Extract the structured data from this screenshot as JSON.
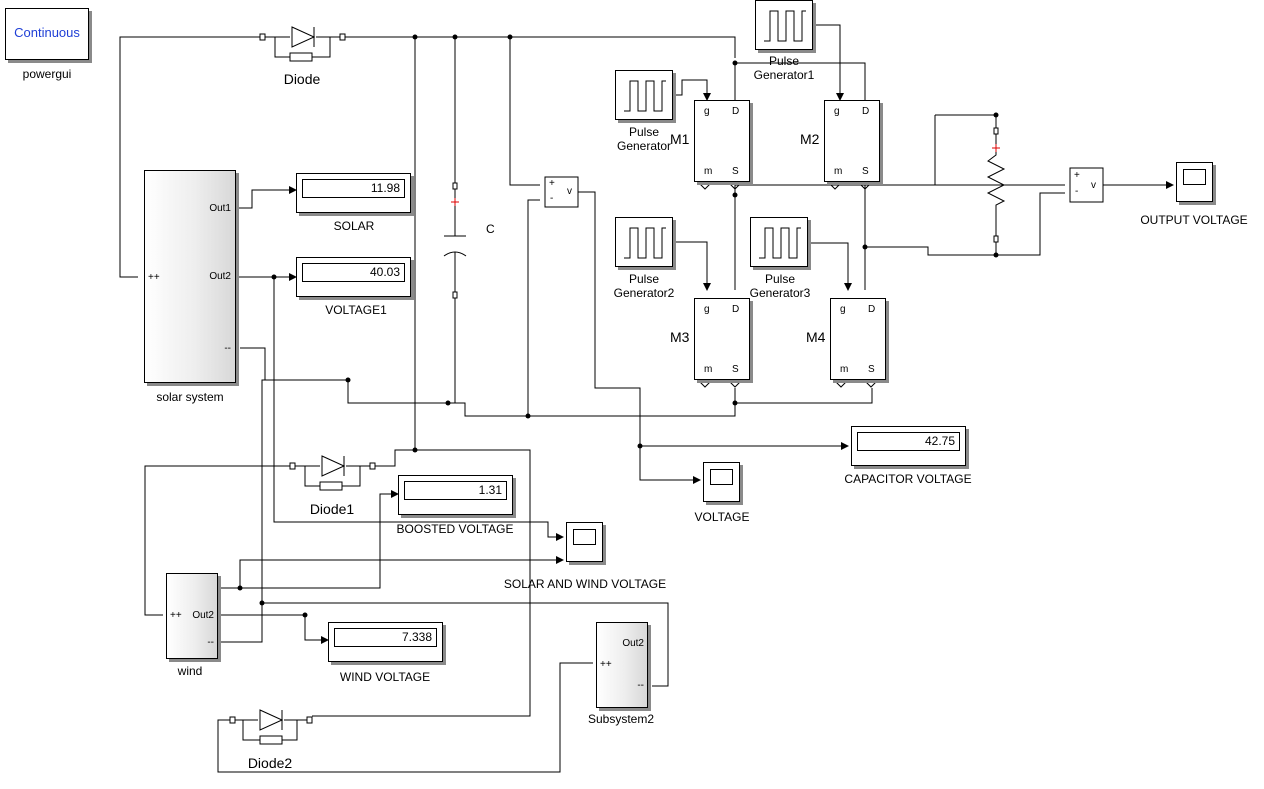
{
  "powergui": {
    "mode": "Continuous",
    "name": "powergui"
  },
  "diodes": [
    {
      "id": "d0",
      "label": "Diode"
    },
    {
      "id": "d1",
      "label": "Diode1"
    },
    {
      "id": "d2",
      "label": "Diode2"
    }
  ],
  "capacitor": {
    "label": "C"
  },
  "displays": [
    {
      "id": "solar",
      "value": "11.98",
      "label": "SOLAR"
    },
    {
      "id": "voltage1",
      "value": "40.03",
      "label": "VOLTAGE1"
    },
    {
      "id": "boosted",
      "value": "1.31",
      "label": "BOOSTED VOLTAGE"
    },
    {
      "id": "wind",
      "value": "7.338",
      "label": "WIND VOLTAGE"
    },
    {
      "id": "capv",
      "value": "42.75",
      "label": "CAPACITOR VOLTAGE"
    }
  ],
  "scopes": [
    {
      "id": "voltage",
      "label": "VOLTAGE"
    },
    {
      "id": "sw",
      "label": "SOLAR AND WIND VOLTAGE"
    },
    {
      "id": "out",
      "label": "OUTPUT VOLTAGE"
    }
  ],
  "subsystems": {
    "solar": {
      "name": "solar system",
      "port_out1": "Out1",
      "port_out2": "Out2",
      "port_plus": "++",
      "port_minus": "--"
    },
    "wind": {
      "name": "wind",
      "port_out2": "Out2",
      "port_plus": "++",
      "port_minus": "--"
    },
    "sub2": {
      "name": "Subsystem2",
      "port_out2": "Out2",
      "port_plus": "++",
      "port_minus": "--"
    }
  },
  "pulse_generators": [
    {
      "id": "pg0",
      "line1": "Pulse",
      "line2": "Generator"
    },
    {
      "id": "pg1",
      "line1": "Pulse",
      "line2": "Generator1"
    },
    {
      "id": "pg2",
      "line1": "Pulse",
      "line2": "Generator2"
    },
    {
      "id": "pg3",
      "line1": "Pulse",
      "line2": "Generator3"
    }
  ],
  "mosfets": [
    {
      "id": "m1",
      "label": "M1",
      "g": "g",
      "d": "D",
      "s": "S",
      "m": "m"
    },
    {
      "id": "m2",
      "label": "M2",
      "g": "g",
      "d": "D",
      "s": "S",
      "m": "m"
    },
    {
      "id": "m3",
      "label": "M3",
      "g": "g",
      "d": "D",
      "s": "S",
      "m": "m"
    },
    {
      "id": "m4",
      "label": "M4",
      "g": "g",
      "d": "D",
      "s": "S",
      "m": "m"
    }
  ],
  "voltmeters": {
    "vm_cap": {
      "plus": "+",
      "minus": "-",
      "v": "v"
    },
    "vm_out": {
      "plus": "+",
      "minus": "-",
      "v": "v"
    }
  }
}
